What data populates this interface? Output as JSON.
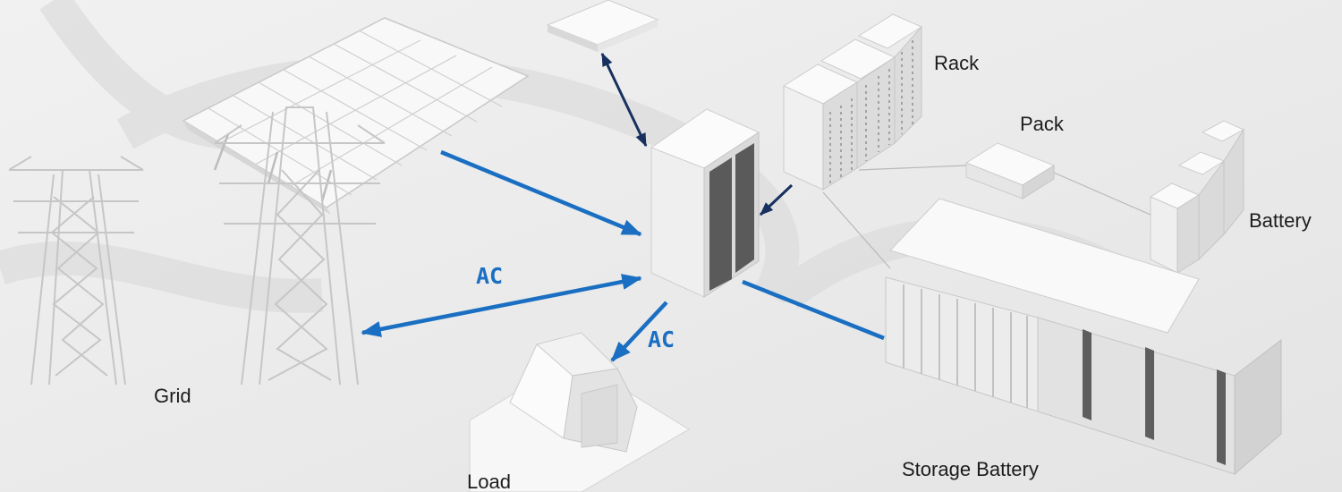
{
  "labels": {
    "rack": "Rack",
    "pack": "Pack",
    "battery": "Battery",
    "storage_battery": "Storage Battery",
    "grid": "Grid",
    "load": "Load",
    "ac_grid": "AC",
    "ac_load": "AC"
  },
  "colors": {
    "flow_arrow": "#1a6fc2",
    "dc_arrow": "#17305e",
    "background": "#e9e9e9",
    "equipment": "#f6f6f6"
  },
  "icons": [
    "solar-panel-array-icon",
    "transmission-tower-icon",
    "converter-cabinet-icon",
    "battery-rack-icon",
    "battery-pack-icon",
    "battery-module-icon",
    "storage-container-icon",
    "house-icon",
    "bms-unit-icon"
  ]
}
